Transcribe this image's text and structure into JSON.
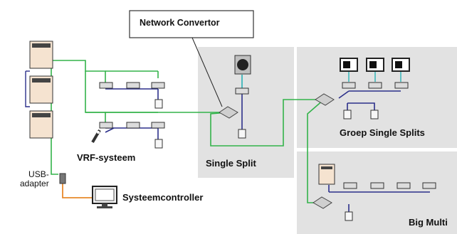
{
  "colors": {
    "bus_green": "#33b34a",
    "refrigerant_navy": "#2b2f8a",
    "pipe_teal": "#29b1b5",
    "usb_orange": "#e8892b",
    "panel_gray": "#e2e2e2"
  },
  "labels": {
    "network_convertor": "Network Convertor",
    "single_split": "Single Split",
    "groep_single_splits": "Groep Single Splits",
    "vrf_systeem": "VRF-systeem",
    "usb_adapter_line1": "USB-",
    "usb_adapter_line2": "adapter",
    "systeemcontroller": "Systeemcontroller",
    "big_multi": "Big Multi"
  },
  "icons": {
    "vrf_outdoor": "vrf-outdoor-unit-icon",
    "indoor_cassette": "ceiling-cassette-indoor-unit-icon",
    "wired_remote": "wired-remote-controller-icon",
    "wireless_remote": "wireless-remote-controller-icon",
    "convertor": "network-convertor-icon",
    "split_outdoor": "split-outdoor-fan-unit-icon",
    "monitor": "computer-monitor-icon",
    "usb": "usb-adapter-icon"
  }
}
